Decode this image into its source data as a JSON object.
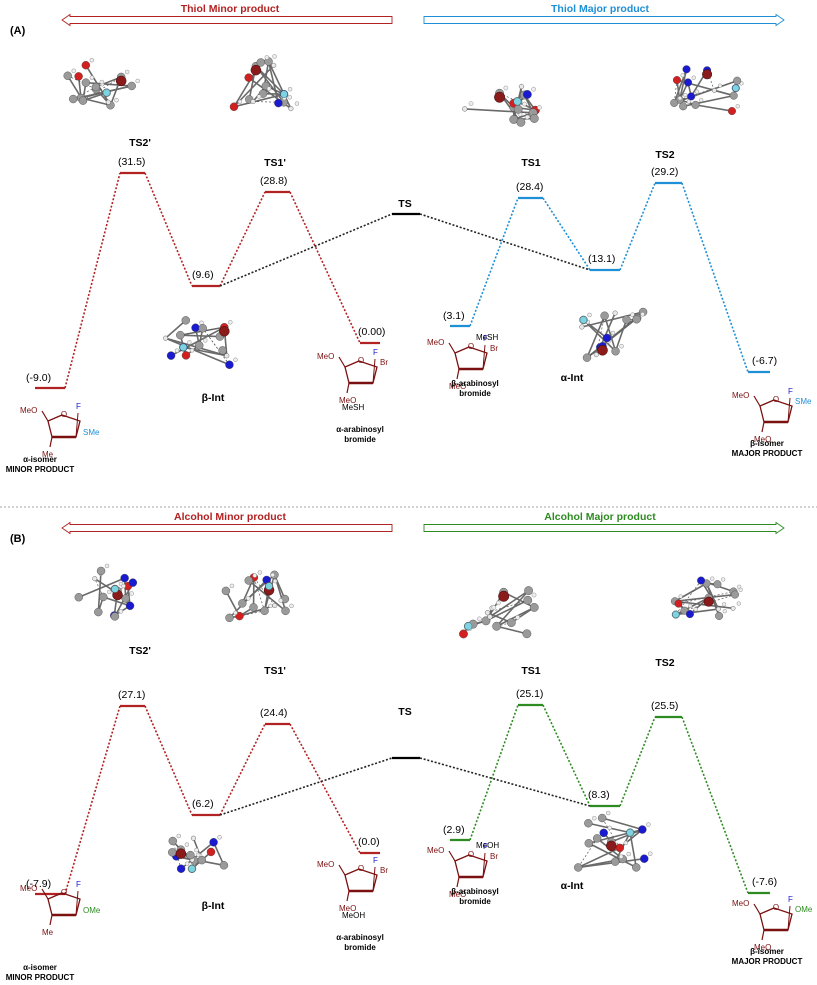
{
  "colors": {
    "minor": "#b22222",
    "thiol_major": "#1f8fd6",
    "alcohol_major": "#2e8b22",
    "ts_level": "#000000",
    "ring": "#7b1010",
    "atom_carbon": "#9a9a9a",
    "atom_oxygen": "#d21f1f",
    "atom_nitrogen": "#1a1ad0",
    "atom_bromine": "#8b1a1a",
    "atom_sulfur": "#d9b46a",
    "atom_fluorine": "#7fd3e0"
  },
  "panels": [
    {
      "id": "A",
      "panel_label": "(A)",
      "minor_header": "Thiol Minor product",
      "major_header": "Thiol Major product",
      "major_color": "#1f8fd6",
      "left_path_values": [
        "(-9.0)",
        "(31.5)",
        "(9.6)",
        "(28.8)",
        "(0.00)"
      ],
      "right_path_values": [
        "(3.1)",
        "(28.4)",
        "(13.1)",
        "(29.2)",
        "(-6.7)"
      ],
      "labels": {
        "ts2p": "TS2'",
        "ts1p": "TS1'",
        "ts": "TS",
        "ts1": "TS1",
        "ts2": "TS2",
        "beta_int": "β-Int",
        "alpha_int": "α-Int"
      },
      "captions": {
        "minor_iso_1": "α-isomer",
        "minor_iso_2": "MINOR PRODUCT",
        "alpha_bromide_1": "α-arabinosyl",
        "alpha_bromide_2": "bromide",
        "beta_bromide_1": "β-arabinosyl",
        "beta_bromide_2": "bromide",
        "major_iso_1": "β-isomer",
        "major_iso_2": "MAJOR PRODUCT"
      },
      "chem": {
        "nuc": "MeSH",
        "prod_sub": "SMe",
        "meo": "MeO",
        "me": "Me",
        "f": "F",
        "o": "O",
        "br": "Br"
      }
    },
    {
      "id": "B",
      "panel_label": "(B)",
      "minor_header": "Alcohol Minor product",
      "major_header": "Alcohol Major product",
      "major_color": "#2e8b22",
      "left_path_values": [
        "(-7.9)",
        "(27.1)",
        "(6.2)",
        "(24.4)",
        "(0.0)"
      ],
      "right_path_values": [
        "(2.9)",
        "(25.1)",
        "(8.3)",
        "(25.5)",
        "(-7.6)"
      ],
      "labels": {
        "ts2p": "TS2'",
        "ts1p": "TS1'",
        "ts": "TS",
        "ts1": "TS1",
        "ts2": "TS2",
        "beta_int": "β-Int",
        "alpha_int": "α-Int"
      },
      "captions": {
        "minor_iso_1": "α-isomer",
        "minor_iso_2": "MINOR PRODUCT",
        "alpha_bromide_1": "α-arabinosyl",
        "alpha_bromide_2": "bromide",
        "beta_bromide_1": "β-arabinosyl",
        "beta_bromide_2": "bromide",
        "major_iso_1": "β-isomer",
        "major_iso_2": "MAJOR PRODUCT"
      },
      "chem": {
        "nuc": "MeOH",
        "prod_sub": "OMe",
        "meo": "MeO",
        "me": "Me",
        "f": "F",
        "o": "O",
        "br": "Br"
      }
    }
  ]
}
